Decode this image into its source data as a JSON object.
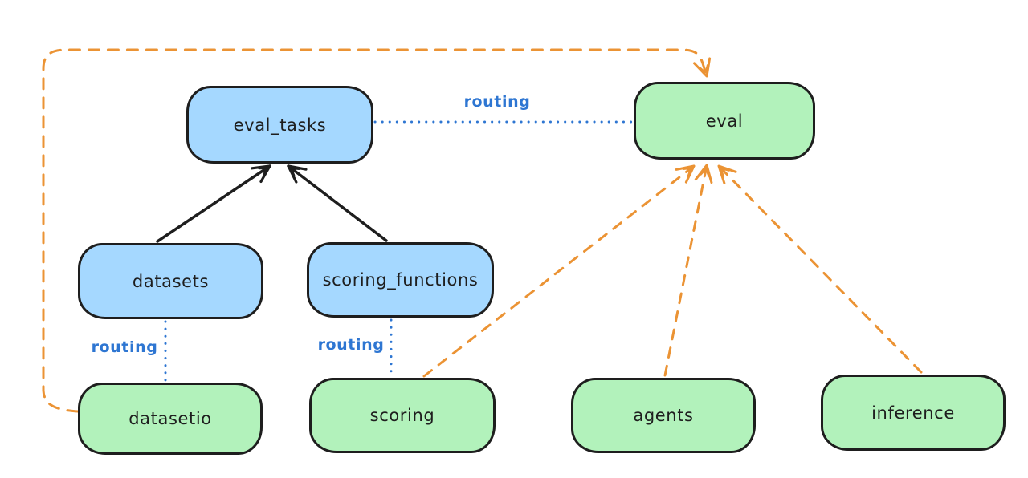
{
  "diagram": {
    "nodes": {
      "eval_tasks": {
        "label": "eval_tasks",
        "fill": "#a5d8ff"
      },
      "eval": {
        "label": "eval",
        "fill": "#b2f2bb"
      },
      "datasets": {
        "label": "datasets",
        "fill": "#a5d8ff"
      },
      "scoring_functions": {
        "label": "scoring_functions",
        "fill": "#a5d8ff"
      },
      "datasetio": {
        "label": "datasetio",
        "fill": "#b2f2bb"
      },
      "scoring": {
        "label": "scoring",
        "fill": "#b2f2bb"
      },
      "agents": {
        "label": "agents",
        "fill": "#b2f2bb"
      },
      "inference": {
        "label": "inference",
        "fill": "#b2f2bb"
      }
    },
    "edge_labels": {
      "eval_tasks_to_eval": "routing",
      "datasets_to_datasetio": "routing",
      "scoring_functions_to_scoring": "routing"
    },
    "colors": {
      "background": "#ffffff",
      "node_border": "#1e1e1e",
      "blue_node_fill": "#a5d8ff",
      "green_node_fill": "#b2f2bb",
      "solid_arrow": "#1e1e1e",
      "dashed_arrow_orange": "#eb9334",
      "dotted_link_blue": "#2e76d2",
      "routing_label_blue": "#2e76d2"
    }
  }
}
